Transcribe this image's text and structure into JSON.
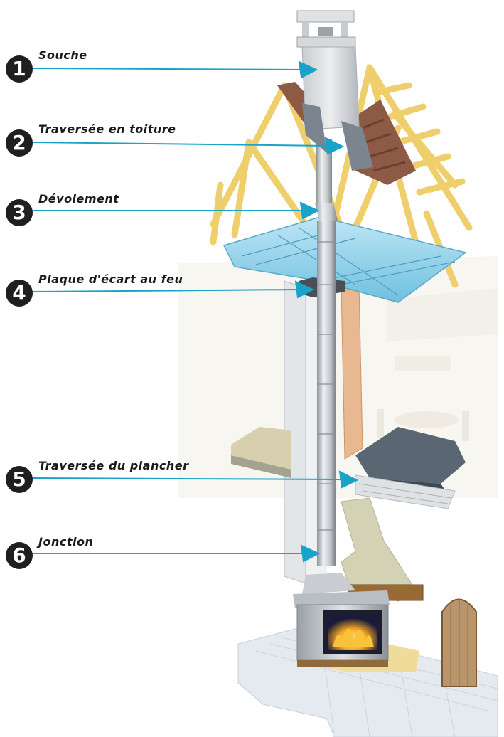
{
  "callouts": [
    {
      "number": "1",
      "label": "Souche"
    },
    {
      "number": "2",
      "label": "Traversée en toiture"
    },
    {
      "number": "3",
      "label": "Dévoiement"
    },
    {
      "number": "4",
      "label": "Plaque d'écart au feu"
    },
    {
      "number": "5",
      "label": "Traversée du plancher"
    },
    {
      "number": "6",
      "label": "Jonction"
    }
  ],
  "colors": {
    "arrow": "#1aa3c8",
    "badge": "#1f1f1f",
    "roof_tiles": "#8c5a45",
    "insulation": "#8fd0ea",
    "rafters": "#f2d36b",
    "flue_pipe": "#c7cbd0",
    "floor_panel": "#51606d",
    "fire": "#f2a31a"
  },
  "icons": [
    "chimney-stack",
    "roof-flashing",
    "offset-elbow",
    "fire-spacer-plate",
    "floor-support",
    "stove-connector",
    "wood-stove",
    "fire-flames"
  ]
}
